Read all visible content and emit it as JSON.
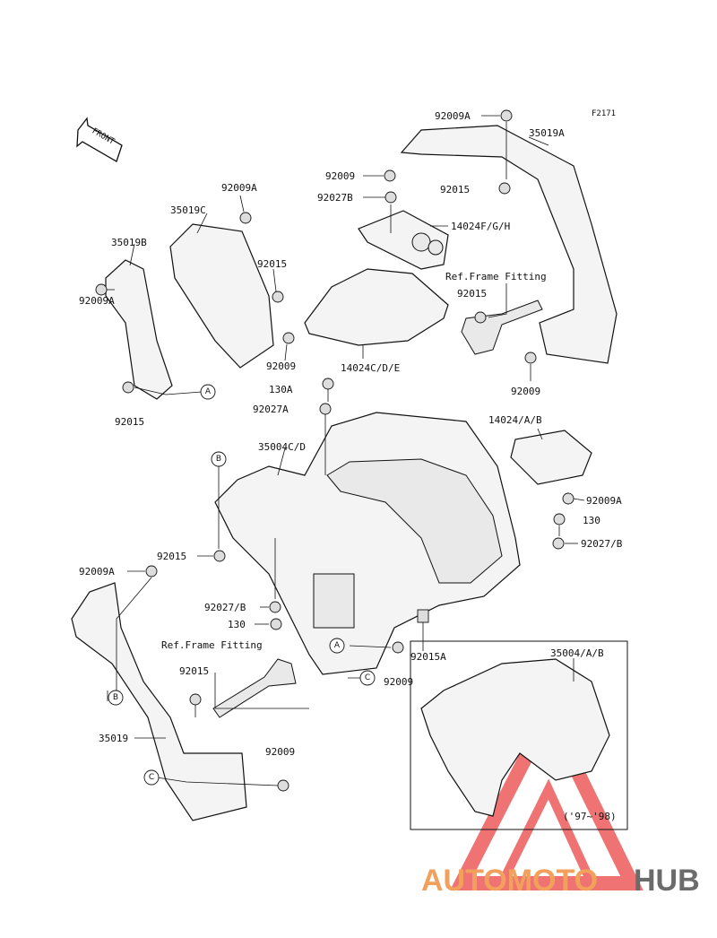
{
  "diagram_code": "F2171",
  "front_arrow": "FRONT",
  "labels": {
    "l_92009A_top": "92009A",
    "l_35019A": "35019A",
    "l_92009_top": "92009",
    "l_92027B_top": "92027B",
    "l_92015_top": "92015",
    "l_14024FGH": "14024F/G/H",
    "l_ref_frame_top": "Ref.Frame Fitting",
    "l_92015_ref": "92015",
    "l_92009A_c": "92009A",
    "l_35019C": "35019C",
    "l_35019B": "35019B",
    "l_92015_c": "92015",
    "l_92009A_b": "92009A",
    "l_92009_c": "92009",
    "l_14024CDE": "14024C/D/E",
    "l_92009_right": "92009",
    "l_130A": "130A",
    "l_92015_b": "92015",
    "l_92027A": "92027A",
    "l_14024AB": "14024/A/B",
    "l_35004CD": "35004C/D",
    "l_92009A_r": "92009A",
    "l_130_r": "130",
    "l_92027B_r": "92027/B",
    "l_92015_mid": "92015",
    "l_92009A_l": "92009A",
    "l_92027B_mid": "92027/B",
    "l_130_mid": "130",
    "l_ref_frame_bot": "Ref.Frame Fitting",
    "l_92015A": "92015A",
    "l_92009_mid": "92009",
    "l_92015_low": "92015",
    "l_35019": "35019",
    "l_92009_low": "92009",
    "l_35004AB": "35004/A/B",
    "l_year": "('97~'98)"
  },
  "callouts": {
    "a": "A",
    "b": "B",
    "c": "C"
  },
  "watermark": {
    "part1": "AUTOMOTO",
    "part2": "HUB",
    "color_accent": "#f2a15c",
    "color_gray": "#6b6b6b"
  }
}
